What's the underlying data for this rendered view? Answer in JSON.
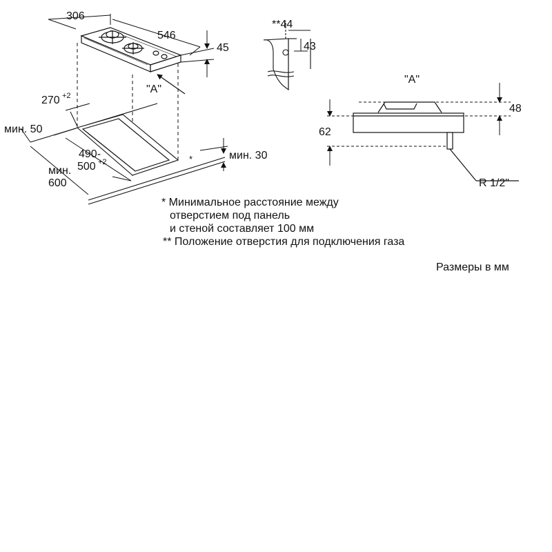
{
  "labels": {
    "w306": "306",
    "d546": "546",
    "h45": "45",
    "view_a": "\"A\"",
    "cut270": "270",
    "cut270_tol": "+2",
    "min50": "мин. 50",
    "cut490": "490-",
    "cut500": "500",
    "cut500_tol": "+2",
    "min600_a": "мин.",
    "min600_b": "600",
    "min30": "мин. 30",
    "star": "*",
    "d44": "**44",
    "d43": "43",
    "view_a_side": "\"A\"",
    "h48": "48",
    "h62": "62",
    "r12": "R 1/2\""
  },
  "notes": {
    "n1_l1": "* Минимальное расстояние между",
    "n1_l2": "отверстием под панель",
    "n1_l3": "и стеной составляет 100 мм",
    "n2": "** Положение отверстия для подключения газа"
  },
  "footer": {
    "units": "Размеры в мм"
  }
}
